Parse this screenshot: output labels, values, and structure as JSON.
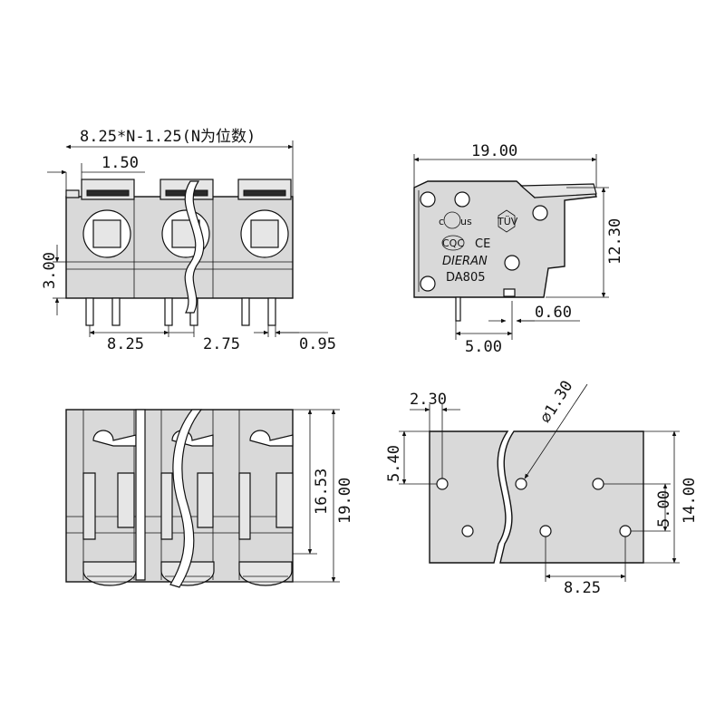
{
  "front_view": {
    "pitch_formula": "8.25*N-1.25(N为位数)",
    "dim_1_50": "1.50",
    "dim_3_00": "3.00",
    "dim_8_25": "8.25",
    "dim_2_75": "2.75",
    "dim_0_95": "0.95"
  },
  "side_view": {
    "dim_19_00": "19.00",
    "dim_12_30": "12.30",
    "dim_0_60": "0.60",
    "dim_5_00": "5.00",
    "brand": "DIERAN",
    "model": "DA805",
    "cert_ul_prefix": "c",
    "cert_ul_suffix": "us",
    "cert_tuv": "TÜV",
    "cert_cqc": "CQC",
    "cert_ce": "CE"
  },
  "top_view": {
    "dim_16_53": "16.53",
    "dim_19_00": "19.00"
  },
  "pcb_layout": {
    "dim_2_30": "2.30",
    "dim_hole_dia": "⌀1.30",
    "dim_5_40": "5.40",
    "dim_5_00": "5.00",
    "dim_14_00": "14.00",
    "dim_8_25": "8.25"
  }
}
